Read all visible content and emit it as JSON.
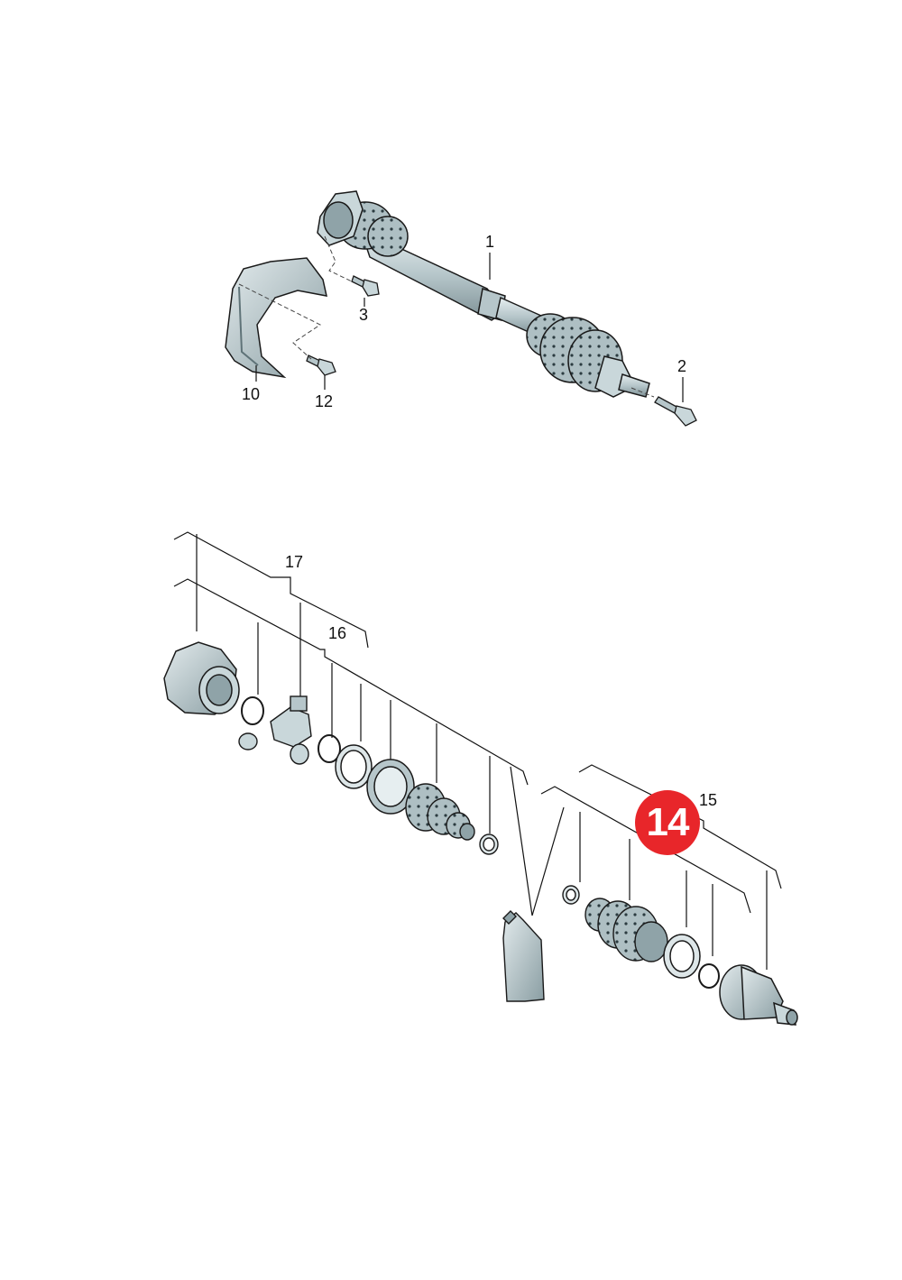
{
  "callouts": {
    "c1": "1",
    "c2": "2",
    "c3": "3",
    "c10": "10",
    "c12": "12",
    "c15": "15",
    "c16": "16",
    "c17": "17"
  },
  "highlight": {
    "label": "14",
    "color": "#e8262a"
  },
  "colors": {
    "part_fill": "#c9d7da",
    "part_shadow": "#8fa3a8",
    "part_dark": "#5f7378",
    "outline": "#1a1a1a"
  }
}
